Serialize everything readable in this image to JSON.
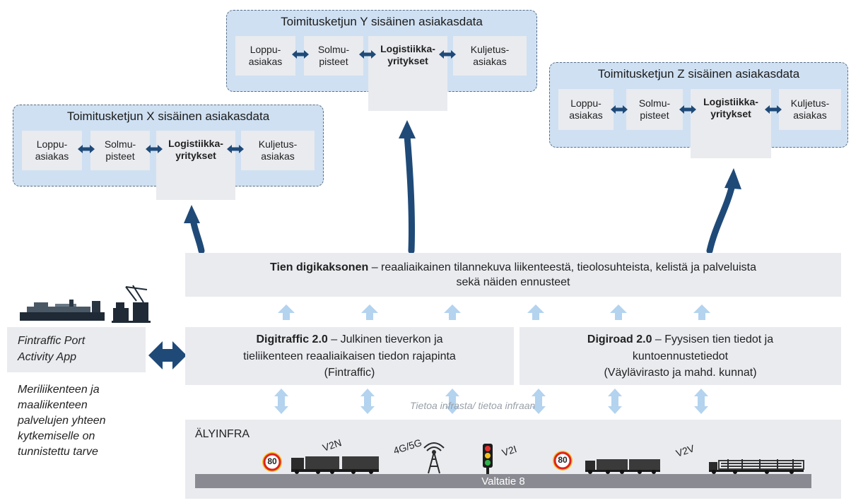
{
  "supply_chains": [
    {
      "title": "Toimitusketjun X sisäinen asiakasdata",
      "cells": [
        "Loppu-\nasiakas",
        "Solmu-\npisteet",
        "Logistiikka-\nyritykset",
        "Kuljetus-\nasiakas"
      ]
    },
    {
      "title": "Toimitusketjun Y sisäinen asiakasdata",
      "cells": [
        "Loppu-\nasiakas",
        "Solmu-\npisteet",
        "Logistiikka-\nyritykset",
        "Kuljetus-\nasiakas"
      ]
    },
    {
      "title": "Toimitusketjun Z sisäinen asiakasdata",
      "cells": [
        "Loppu-\nasiakas",
        "Solmu-\npisteet",
        "Logistiikka-\nyritykset",
        "Kuljetus-\nasiakas"
      ]
    }
  ],
  "digital_twin": {
    "bold": "Tien digikaksonen",
    "rest": " – reaaliaikainen tilannekuva liikenteestä, tieolosuhteista, kelistä ja palveluista",
    "line2": "sekä näiden ennusteet"
  },
  "digitraffic": {
    "bold": "Digitraffic 2.0",
    "rest": " – Julkinen tieverkon ja",
    "line2": "tieliikenteen reaaliaikaisen tiedon rajapinta",
    "line3": "(Fintraffic)"
  },
  "digiroad": {
    "bold": "Digiroad 2.0",
    "rest": " – Fyysisen tien tiedot ja",
    "line2": "kuntoennustetiedot",
    "line3": "(Väylävirasto ja mahd. kunnat)"
  },
  "port_app": {
    "line1": "Fintraffic Port",
    "line2": "Activity App"
  },
  "port_note": [
    "Meriliikenteen ja",
    "maaliikenteen",
    "palvelujen yhteen",
    "kytkemiselle on",
    "tunnistettu tarve"
  ],
  "info_label": "Tietoa infrasta/ tietoa infraan",
  "infra": {
    "title": "ÄLYINFRA",
    "road": "Valtatie 8",
    "v2n": "V2N",
    "g45": "4G/5G",
    "v2i": "V2I",
    "v2v": "V2V",
    "speed1": "80",
    "speed2": "80"
  },
  "colors": {
    "panel": "#cfe0f2",
    "box": "#e9ebef",
    "arrow_dark": "#1f4a78",
    "arrow_light": "#b3d3ef",
    "road": "#8a8a92"
  }
}
